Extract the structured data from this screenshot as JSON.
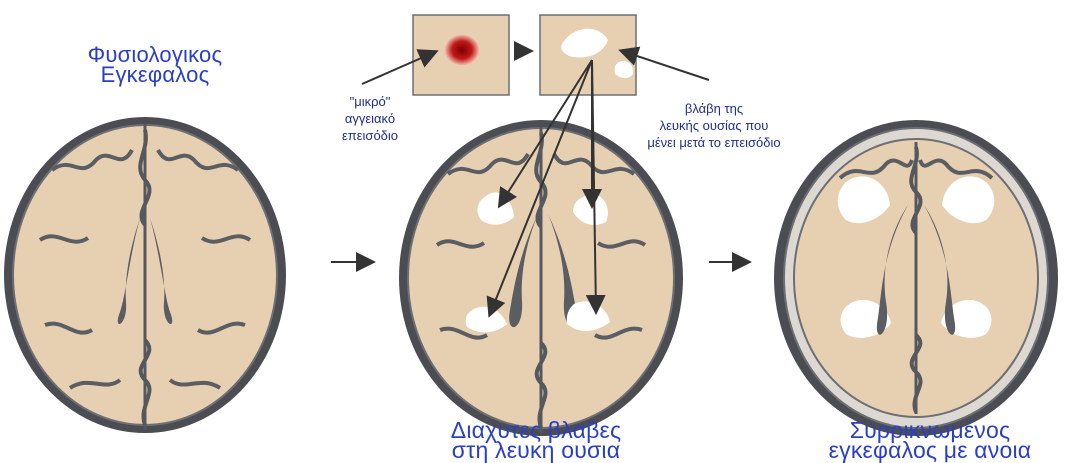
{
  "figure": {
    "left_title": {
      "line1": "Φυσιολογικος",
      "line2": "Εγκεφαλος"
    },
    "event_note": {
      "line1": "\"μικρό\"",
      "line2": "αγγειακό",
      "line3": "επεισόδιο"
    },
    "lesion_note": {
      "line1": "βλάβη της",
      "line2": "λευκής ουσίας που",
      "line3": "μένει μετά το επεισόδιο"
    },
    "middle_caption": {
      "line1": "Διαχυτες βλαβες",
      "line2": "στη λευκη ουσια"
    },
    "right_caption": {
      "line1": "Συρρικνωμένος",
      "line2": "εγκεφαλος με ανοια"
    }
  },
  "colors": {
    "skull_border": "#4b4d52",
    "brain_fill": "#e7cfb1",
    "brain_stroke": "#52565b",
    "ventricle": "#5a5d62",
    "lesion": "#ffffff",
    "title_blue": "#2a3fc7",
    "note_blue": "#1f2f8f",
    "lesion_red": "#b20d0d"
  }
}
